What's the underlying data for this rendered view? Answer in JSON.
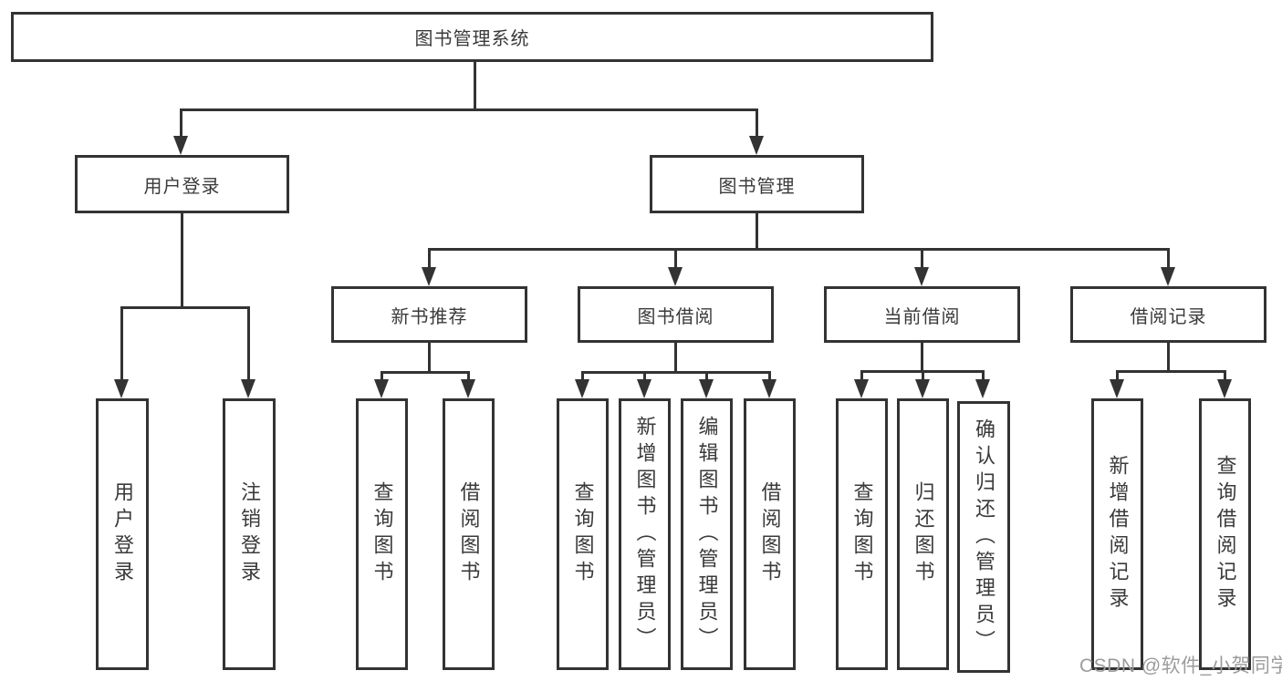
{
  "diagram": {
    "root": {
      "label": "图书管理系统"
    },
    "level2": [
      {
        "label": "用户登录"
      },
      {
        "label": "图书管理"
      }
    ],
    "level3": [
      {
        "label": "新书推荐"
      },
      {
        "label": "图书借阅"
      },
      {
        "label": "当前借阅"
      },
      {
        "label": "借阅记录"
      }
    ],
    "leaves": {
      "user_login": [
        "用户登录",
        "注销登录"
      ],
      "new_book_recommend": [
        "查询图书",
        "借阅图书"
      ],
      "book_borrow": [
        "查询图书",
        "新增图书（管理员）",
        "编辑图书（管理员）",
        "借阅图书"
      ],
      "current_borrow": [
        "查询图书",
        "归还图书",
        "确认归还（管理员）"
      ],
      "borrow_records": [
        "新增借阅记录",
        "查询借阅记录"
      ]
    }
  },
  "watermark": {
    "text": "CSDN @软件_小贺同学",
    "color": "#9c9c9c"
  },
  "colors": {
    "line": "#333333",
    "box_border": "#333333",
    "text": "#3a3a3a",
    "background": "#ffffff"
  }
}
